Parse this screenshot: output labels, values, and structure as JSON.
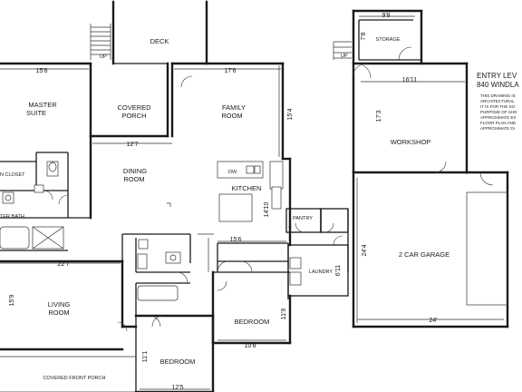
{
  "plan": {
    "title_line1": "ENTRY LEV",
    "title_line2": "840 WINDLA",
    "disclaimer": [
      "THIS DRAWING IS",
      "ARCHITECTURAL",
      "IT IS FOR THE SO",
      "PURPOSE OF SHO",
      "APPROXIMATE EX",
      "FLOOR PLAN AND",
      "APPROXIMATE DI"
    ],
    "rooms": {
      "deck": "DECK",
      "master_suite_1": "MASTER",
      "master_suite_2": "SUITE",
      "covered_porch_1": "COVERED",
      "covered_porch_2": "PORCH",
      "family_room_1": "FAMILY",
      "family_room_2": "ROOM",
      "dining_room_1": "DINING",
      "dining_room_2": "ROOM",
      "kitchen": "KITCHEN",
      "pantry": "PANTRY",
      "laundry": "LAUNDRY",
      "living_room_1": "LIVING",
      "living_room_2": "ROOM",
      "bedroom_a": "BEDROOM",
      "bedroom_b": "BEDROOM",
      "covered_front_porch": "COVERED FRONT PORCH",
      "storage": "STORAGE",
      "workshop": "WORKSHOP",
      "garage": "2 CAR GARAGE",
      "closet": "N CLOSET",
      "bath": "TER BATH",
      "up_left": "UP",
      "up_right": "UP",
      "dw": "DW"
    },
    "dims": {
      "master_width": "15'6",
      "family_width": "17'6",
      "dining_width": "12'7",
      "family_depth": "15'4",
      "kitchen_depth": "14'10",
      "hall_width": "15'6",
      "living_width": "22'7",
      "living_depth": "15'9",
      "laundry_depth": "6'11",
      "bedroom_a_depth": "11'9",
      "bedroom_a_width": "10'8",
      "bedroom_b_depth": "11'1",
      "bedroom_b_width": "12'5",
      "storage_width": "9'8",
      "storage_depth": "7'8",
      "workshop_width": "16'11",
      "workshop_depth": "17'3",
      "garage_depth": "24'4",
      "garage_width": "24'"
    }
  }
}
